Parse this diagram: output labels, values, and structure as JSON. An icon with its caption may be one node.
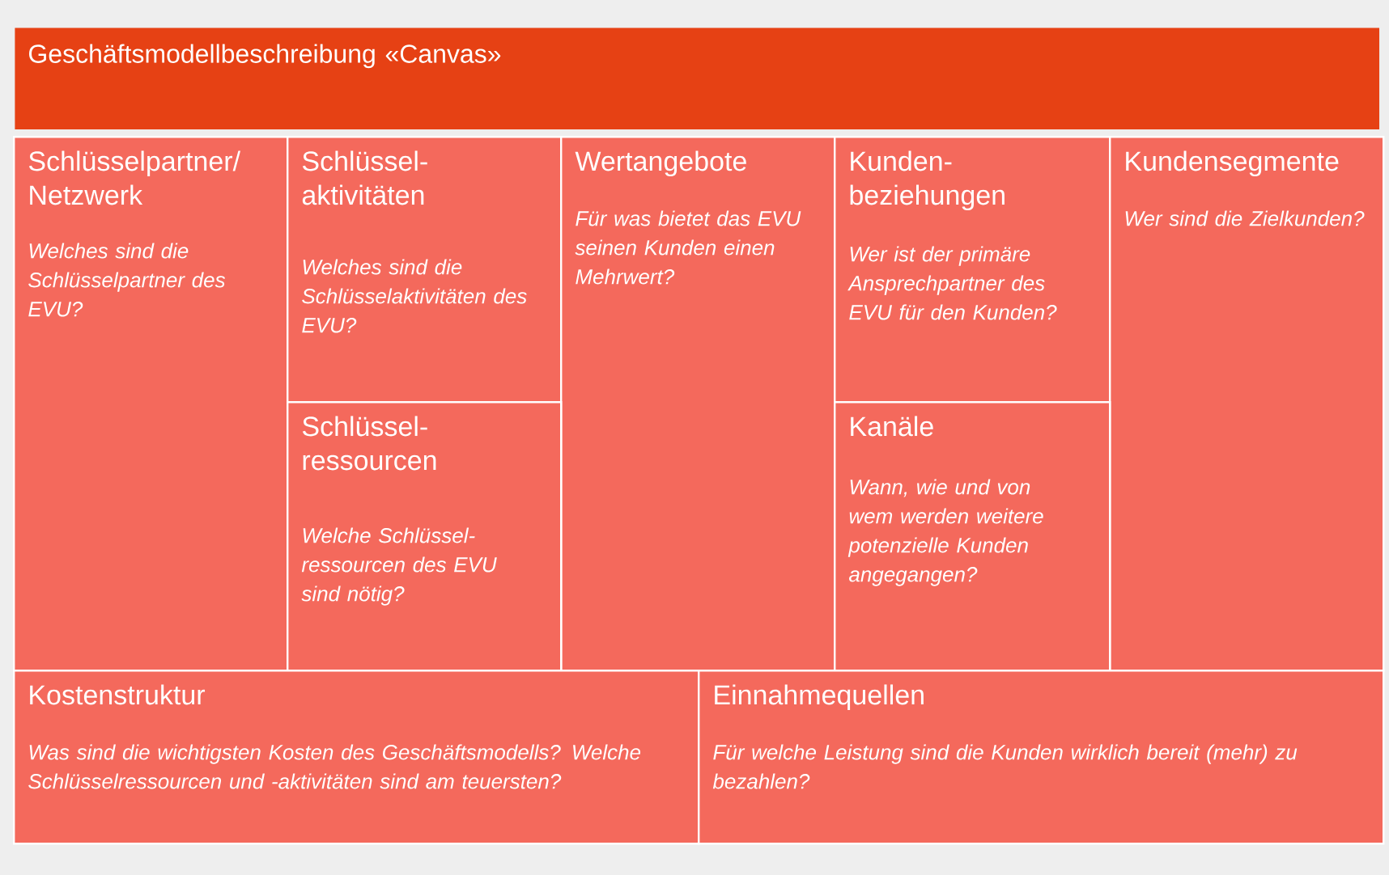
{
  "diagram": {
    "nodes": [
      {
        "text": [
          "Geschäftsmodellbeschreibung «Canvas»"
        ]
      },
      {
        "text": [
          "Schlüsselpartner/ Netzwerk",
          "Welches sind die Schlüsselpartner des EVU?"
        ]
      },
      {
        "text": [
          "Schlüssel- aktivitäten",
          "Welches sind die Schlüsselaktivitäten des EVU?"
        ]
      },
      {
        "text": [
          "Wertangebote",
          "Für was bietet das EVU seinen Kunden einen Mehrwert?"
        ]
      },
      {
        "text": [
          "Kunden- beziehungen",
          "Wer ist der primäre Ansprechpartner des EVU für den Kunden?"
        ]
      },
      {
        "text": [
          "Kundensegmente",
          "Wer sind die Zielkunden?"
        ]
      },
      {
        "text": [
          "Schlüssel- ressourcen",
          "Welche Schlüssel- ressourcen des EVU sind nötig?"
        ]
      },
      {
        "text": [
          "Kanäle",
          "Wann, wie und von wem werden weitere potenzielle Kunden angegangen?"
        ]
      },
      {
        "text": [
          "Kostenstruktur",
          "Was sind die wichtigsten Kosten des Geschäftsmodells? Welche Schlüsselressourcen und -aktivitäten sind am teuersten?"
        ]
      },
      {
        "text": [
          "Einnahmequellen",
          "Für welche Leistung sind die Kunden wirklich bereit (mehr) zu bezahlen?"
        ]
      }
    ]
  }
}
